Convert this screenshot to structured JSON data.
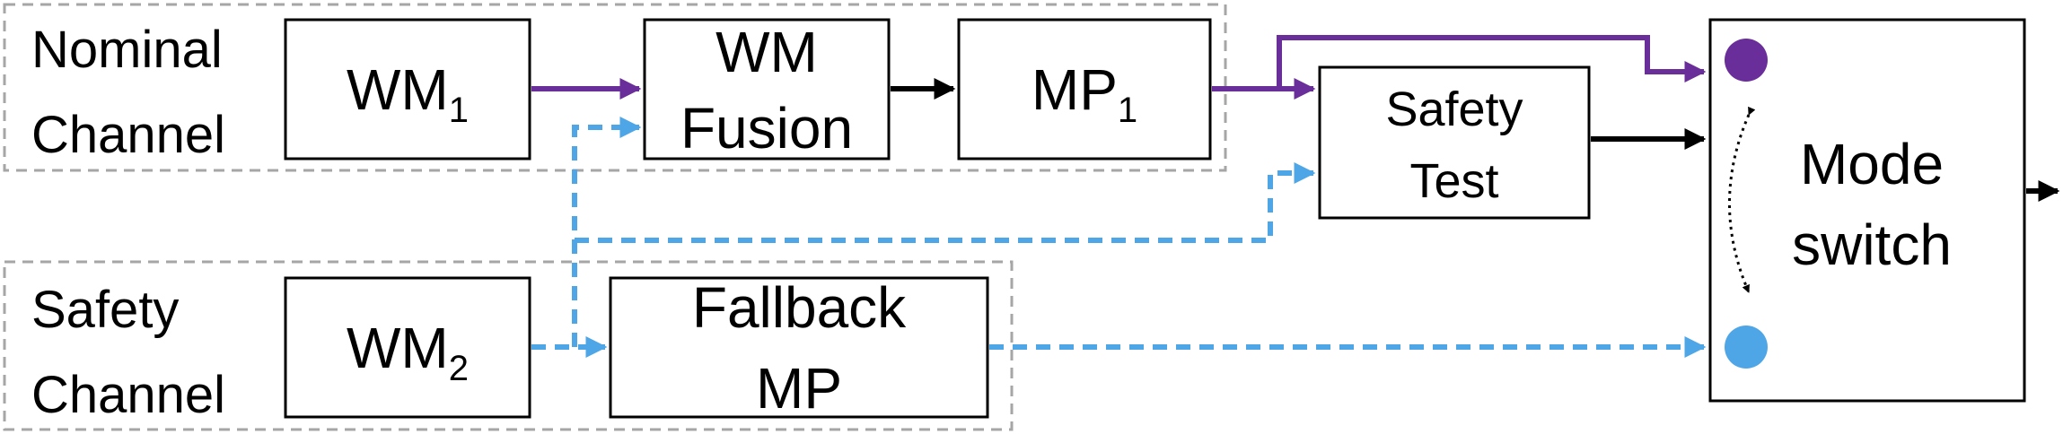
{
  "channels": {
    "nominal": {
      "line1": "Nominal",
      "line2": "Channel"
    },
    "safety": {
      "line1": "Safety",
      "line2": "Channel"
    }
  },
  "blocks": {
    "wm1": {
      "main": "WM",
      "sub": "1"
    },
    "wm_fusion": {
      "line1": "WM",
      "line2": "Fusion"
    },
    "mp1": {
      "main": "MP",
      "sub": "1"
    },
    "safety_test": {
      "line1": "Safety",
      "line2": "Test"
    },
    "wm2": {
      "main": "WM",
      "sub": "2"
    },
    "fallback_mp": {
      "line1": "Fallback",
      "line2": "MP"
    },
    "mode_switch": {
      "line1": "Mode",
      "line2": "switch"
    }
  },
  "colors": {
    "nominal_path": "#6a2e9a",
    "safety_path": "#4fa6e6",
    "solid_arrow": "#000000",
    "channel_frame": "#a6a6a6"
  }
}
